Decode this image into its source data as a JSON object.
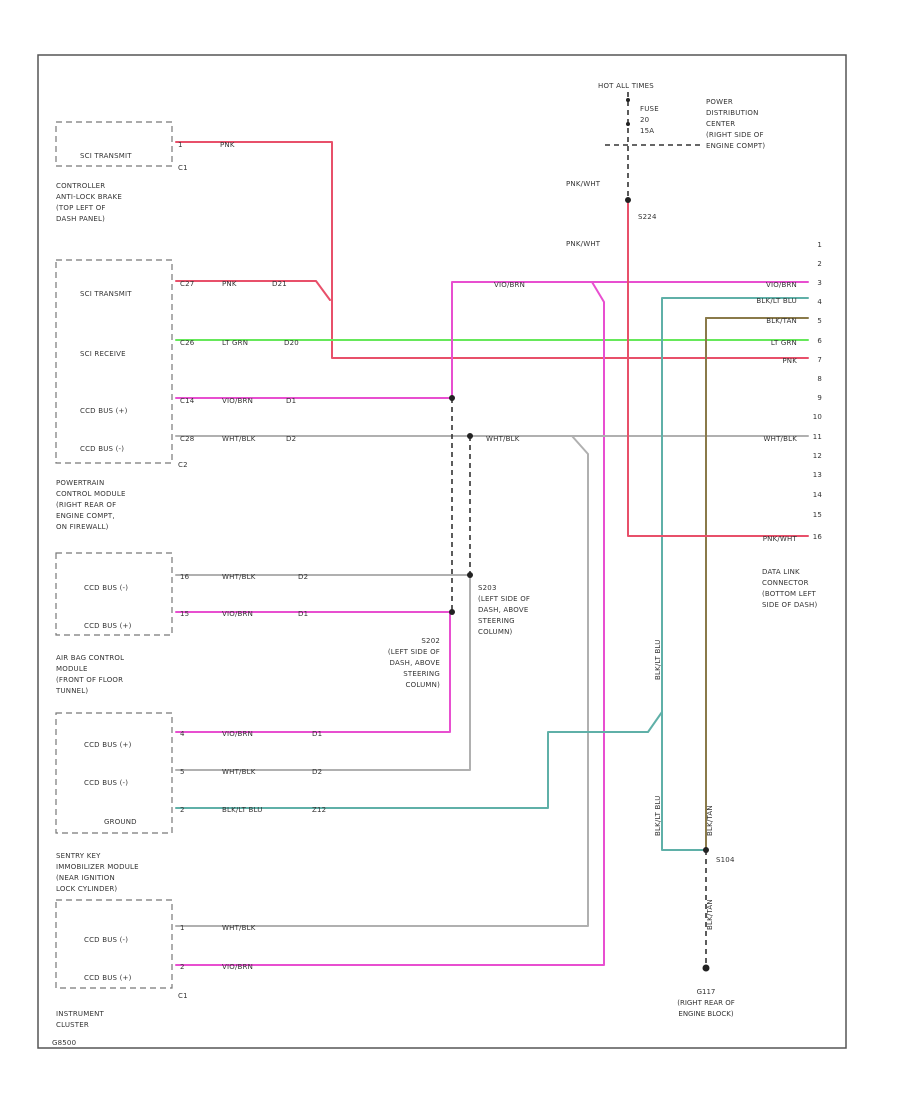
{
  "colors": {
    "pink": "#e8398a",
    "magenta": "#e84fd0",
    "red": "#e8506a",
    "green": "#66e85a",
    "gray": "#b0b0b0",
    "teal": "#5fb0a8",
    "olive": "#8a7a4a"
  },
  "fuse_block": {
    "hot_label": "HOT ALL TIMES",
    "fuse_lines": [
      "FUSE",
      "20",
      "15A"
    ],
    "pdc_lines": [
      "POWER",
      "DISTRIBUTION",
      "CENTER",
      "(RIGHT SIDE OF",
      "ENGINE COMPT)"
    ],
    "splice_label": "S224",
    "wire1": "PNK/WHT",
    "wire2": "PNK/WHT"
  },
  "modules": {
    "controller": {
      "pins": [
        "SCI TRANSMIT"
      ],
      "connector": "C1",
      "name_lines": [
        "CONTROLLER",
        "ANTI-LOCK BRAKE",
        "(TOP LEFT OF",
        "DASH PANEL)"
      ]
    },
    "pcm": {
      "pins": [
        "SCI TRANSMIT",
        "SCI RECEIVE",
        "CCD BUS (+)",
        "CCD BUS (-)"
      ],
      "connector": "C2",
      "name_lines": [
        "POWERTRAIN",
        "CONTROL MODULE",
        "(RIGHT REAR OF",
        "ENGINE COMPT,",
        "ON FIREWALL)"
      ]
    },
    "airbag": {
      "pins": [
        "CCD BUS (-)",
        "CCD BUS (+)"
      ],
      "name_lines": [
        "AIR BAG CONTROL",
        "MODULE",
        "(FRONT OF FLOOR",
        "TUNNEL)"
      ]
    },
    "skim": {
      "pins": [
        "CCD BUS (+)",
        "CCD BUS (-)",
        "GROUND"
      ],
      "name_lines": [
        "SENTRY KEY",
        "IMMOBILIZER MODULE",
        "(NEAR IGNITION",
        "LOCK CYLINDER)"
      ]
    },
    "cluster": {
      "pins": [
        "CCD BUS (-)",
        "CCD BUS (+)"
      ],
      "connector": "C1",
      "name_lines": [
        "INSTRUMENT",
        "CLUSTER"
      ]
    }
  },
  "wires": {
    "w_ctrl": {
      "pin": "1",
      "color": "PNK",
      "circuit": ""
    },
    "w_pcm_tx": {
      "pin": "C27",
      "color": "PNK",
      "circuit": "D21"
    },
    "w_pcm_rx": {
      "pin": "C26",
      "color": "LT GRN",
      "circuit": "D20"
    },
    "w_pcm_ccdp": {
      "pin": "C14",
      "color": "VIO/BRN",
      "circuit": "D1"
    },
    "w_pcm_ccdn": {
      "pin": "C28",
      "color": "WHT/BLK",
      "circuit": "D2"
    },
    "w_pcm_ccdn2": {
      "color": "WHT/BLK"
    },
    "w_pcm_ccdp2": {
      "color": "VIO/BRN"
    },
    "w_ab_ccdn": {
      "pin": "16",
      "color": "WHT/BLK",
      "circuit": "D2"
    },
    "w_ab_ccdp": {
      "pin": "15",
      "color": "VIO/BRN",
      "circuit": "D1"
    },
    "w_sk_ccdp": {
      "pin": "4",
      "color": "VIO/BRN",
      "circuit": "D1"
    },
    "w_sk_ccdn": {
      "pin": "5",
      "color": "WHT/BLK",
      "circuit": "D2"
    },
    "w_sk_gnd": {
      "pin": "2",
      "color": "BLK/LT BLU",
      "circuit": "Z12"
    },
    "w_cl_ccdn": {
      "pin": "1",
      "color": "WHT/BLK"
    },
    "w_cl_ccdp": {
      "pin": "2",
      "color": "VIO/BRN"
    },
    "w_gnd_vert1": {
      "color": "BLK/LT BLU"
    },
    "w_gnd_vert2": {
      "color": "BLK/LT BLU"
    },
    "w_gnd_vert3": {
      "color": "BLK/TAN"
    },
    "w_gnd_vert4": {
      "color": "BLK/TAN"
    }
  },
  "dlc": {
    "pins": [
      "1",
      "2",
      "3",
      "4",
      "5",
      "6",
      "7",
      "8",
      "9",
      "10",
      "11",
      "12",
      "13",
      "14",
      "15",
      "16"
    ],
    "wires": {
      "p3": "VIO/BRN",
      "p4": "BLK/LT BLU",
      "p5": "BLK/TAN",
      "p6": "LT GRN",
      "p7": "PNK",
      "p11": "WHT/BLK",
      "p16": "PNK/WHT"
    },
    "name_lines": [
      "DATA LINK",
      "CONNECTOR",
      "(BOTTOM LEFT",
      "SIDE OF DASH)"
    ]
  },
  "splices": {
    "s203": {
      "name_lines": [
        "S203",
        "(LEFT SIDE OF",
        "DASH, ABOVE",
        "STEERING",
        "COLUMN)"
      ]
    },
    "s202": {
      "name_lines": [
        "S202",
        "(LEFT SIDE OF",
        "DASH, ABOVE",
        "STEERING",
        "COLUMN)"
      ]
    },
    "s104": {
      "label": "S104"
    }
  },
  "ground": {
    "name_lines": [
      "G117",
      "(RIGHT REAR OF",
      "ENGINE BLOCK)"
    ],
    "wire_label": "BLK/TAN"
  },
  "footer_code": "G8500"
}
